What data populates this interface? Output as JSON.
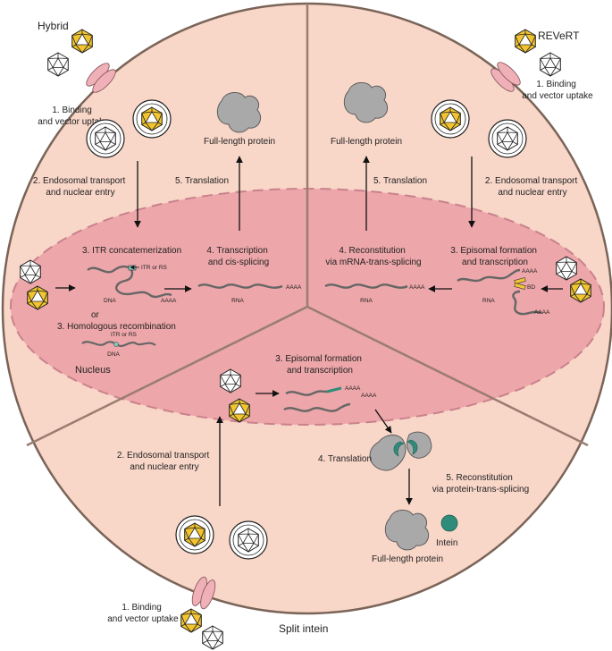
{
  "colors": {
    "cell_fill": "#f8d6c8",
    "cell_stroke": "#7a6458",
    "nucleus_fill": "#eda6a9",
    "nucleus_stroke": "#c9818e",
    "divider": "#9a7d70",
    "capsid_gold": "#f2c530",
    "receptor": "#efb1b7",
    "protein_gray": "#a9a9a9",
    "intein_teal": "#2f8c7a",
    "strand": "#666666"
  },
  "sections": {
    "hybrid": {
      "title": "Hybrid",
      "step1": [
        "1. Binding",
        "and vector uptake"
      ],
      "step2": [
        "2. Endosomal transport",
        "and nuclear entry"
      ],
      "step3a": "3. ITR concatemerization",
      "itr_label": "ITR or RS",
      "dna_label": "DNA",
      "poly_a": "AAAA",
      "or_label": "or",
      "step3b": "3. Homologous recombination",
      "itr_label_b": "ITR or RS",
      "dna_label_b": "DNA",
      "step4": [
        "4. Transcription",
        "and cis-splicing"
      ],
      "rna_label": "RNA",
      "rna_poly_a": "AAAA",
      "step5": "5. Translation",
      "protein": "Full-length protein",
      "nucleus": "Nucleus"
    },
    "revert": {
      "title": "REVeRT",
      "step1": [
        "1. Binding",
        "and vector uptake"
      ],
      "step2": [
        "2. Endosomal transport",
        "and nuclear entry"
      ],
      "step3": [
        "3. Episomal formation",
        "and transcription"
      ],
      "bd_label": "BD",
      "poly_a_top": "AAAA",
      "poly_a_bottom": "AAAA",
      "rna_label": "RNA",
      "step4": [
        "4. Reconstitution",
        "via mRNA-trans-splicing"
      ],
      "rna_label_left": "RNA",
      "rna_poly_a": "AAAA",
      "step5": "5. Translation",
      "protein": "Full-length protein"
    },
    "split": {
      "title": "Split intein",
      "step1": [
        "1. Binding",
        "and vector uptake"
      ],
      "step2": [
        "2. Endosomal transport",
        "and nuclear entry"
      ],
      "step3": [
        "3. Episomal formation",
        "and transcription"
      ],
      "poly_a_1": "AAAA",
      "poly_a_2": "AAAA",
      "step4": "4. Translation",
      "step5": [
        "5. Reconstitution",
        "via protein-trans-splicing"
      ],
      "intein": "Intein",
      "protein": "Full-length protein"
    }
  },
  "icons": {
    "capsid_white": "aav-capsid-icon",
    "capsid_gold": "aav-capsid-gold-icon",
    "receptor": "receptor-icon",
    "endosome": "endosome-icon",
    "protein": "protein-blob-icon",
    "intein": "intein-icon"
  }
}
